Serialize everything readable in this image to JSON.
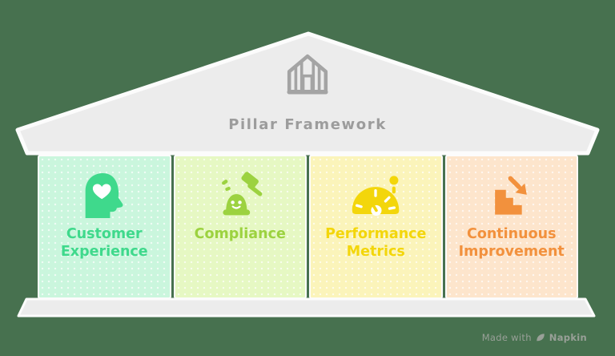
{
  "background_color": "#47714f",
  "roof": {
    "title": "Pillar Framework",
    "title_color": "#9c9c9c",
    "fill": "#ececec",
    "border_color": "#fcfcfc",
    "icon": "building-icon",
    "icon_color": "#a4a4a4"
  },
  "pillars": [
    {
      "label": "Customer\nExperience",
      "icon": "head-heart-icon",
      "accent": "#3fd98c",
      "bg": "#caf6dd"
    },
    {
      "label": "Compliance",
      "icon": "gavel-icon",
      "accent": "#9cd240",
      "bg": "#e6f8c3"
    },
    {
      "label": "Performance\nMetrics",
      "icon": "gauge-icon",
      "accent": "#f3d60b",
      "bg": "#fbf4ba"
    },
    {
      "label": "Continuous\nImprovement",
      "icon": "stairs-decline-icon",
      "accent": "#f2913d",
      "bg": "#fde5cc"
    }
  ],
  "base": {
    "fill": "#ececec",
    "border_color": "#fcfcfc"
  },
  "watermark": {
    "prefix": "Made with",
    "brand": "Napkin",
    "icon": "napkin-logo-icon",
    "color": "#99a098"
  }
}
